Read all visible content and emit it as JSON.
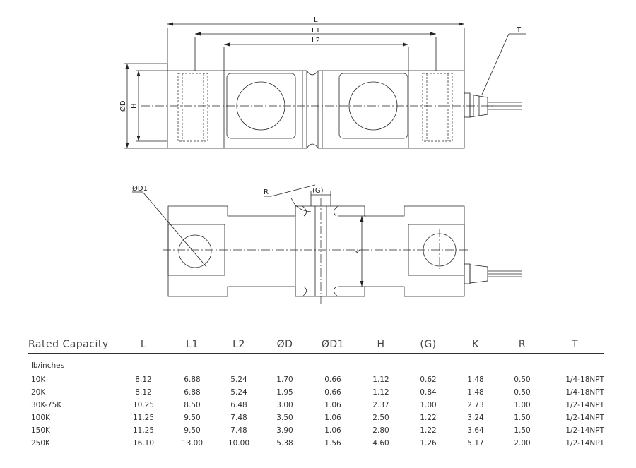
{
  "drawing_top": {
    "dim_L": "L",
    "dim_L1": "L1",
    "dim_L2": "L2",
    "dim_OD": "ØD",
    "dim_H": "H",
    "dim_T": "T"
  },
  "drawing_bottom": {
    "dim_OD1": "ØD1",
    "dim_R": "R",
    "dim_G": "(G)",
    "dim_K": "K"
  },
  "table": {
    "headers": [
      "Rated Capacity",
      "L",
      "L1",
      "L2",
      "ØD",
      "ØD1",
      "H",
      "(G)",
      "K",
      "R",
      "T"
    ],
    "unit_label": "lb/inches",
    "rows": [
      [
        "10K",
        "8.12",
        "6.88",
        "5.24",
        "1.70",
        "0.66",
        "1.12",
        "0.62",
        "1.48",
        "0.50",
        "1/4-18NPT"
      ],
      [
        "20K",
        "8.12",
        "6.88",
        "5.24",
        "1.95",
        "0.66",
        "1.12",
        "0.84",
        "1.48",
        "0.50",
        "1/4-18NPT"
      ],
      [
        "30K-75K",
        "10.25",
        "8.50",
        "6.48",
        "3.00",
        "1.06",
        "2.37",
        "1.00",
        "2.73",
        "1.00",
        "1/2-14NPT"
      ],
      [
        "100K",
        "11.25",
        "9.50",
        "7.48",
        "3.50",
        "1.06",
        "2.50",
        "1.22",
        "3.24",
        "1.50",
        "1/2-14NPT"
      ],
      [
        "150K",
        "11.25",
        "9.50",
        "7.48",
        "3.90",
        "1.06",
        "2.80",
        "1.22",
        "3.64",
        "1.50",
        "1/2-14NPT"
      ],
      [
        "250K",
        "16.10",
        "13.00",
        "10.00",
        "5.38",
        "1.56",
        "4.60",
        "1.26",
        "5.17",
        "2.00",
        "1/2-14NPT"
      ]
    ]
  }
}
